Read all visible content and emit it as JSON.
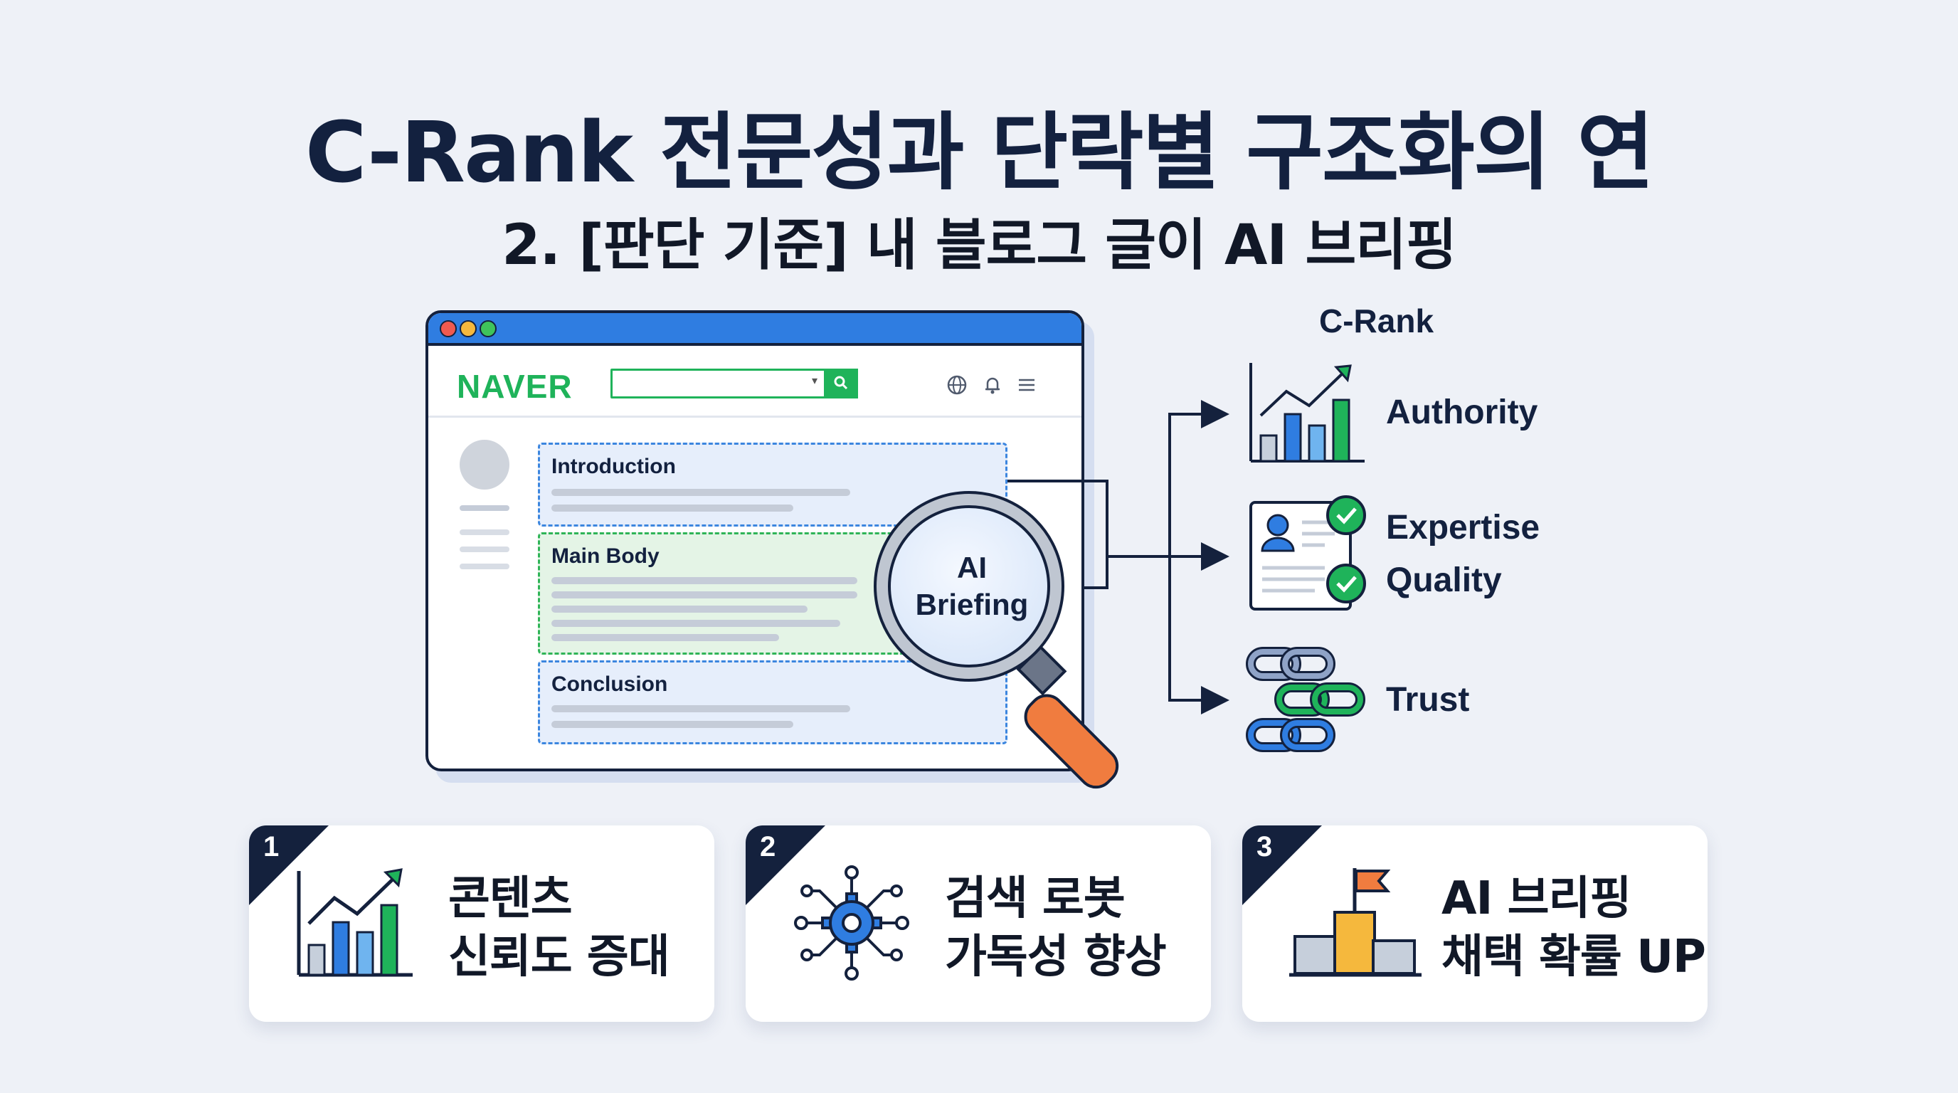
{
  "header": {
    "title": "C-Rank 전문성과 단락별 구조화의 연",
    "subtitle": "2. [판단 기준] 내 블로그 글이 AI 브리핑"
  },
  "browser": {
    "logo": "NAVER",
    "sections": [
      {
        "label": "Introduction"
      },
      {
        "label": "Main Body"
      },
      {
        "label": "Conclusion"
      }
    ]
  },
  "magnifier": {
    "line1": "AI",
    "line2": "Briefing"
  },
  "crank": {
    "heading": "C-Rank",
    "factors": [
      "Authority",
      "Expertise",
      "Quality",
      "Trust"
    ]
  },
  "cards": [
    {
      "number": "1",
      "line1": "콘텐츠",
      "line2": "신뢰도 증대",
      "icon": "growth-chart-icon"
    },
    {
      "number": "2",
      "line1": "검색 로봇",
      "line2": "가독성 향상",
      "icon": "gear-network-icon"
    },
    {
      "number": "3",
      "line1": "AI 브리핑",
      "line2": "채택 확률 UP",
      "icon": "podium-flag-icon"
    }
  ],
  "colors": {
    "navy": "#14213d",
    "blue": "#2f7de1",
    "green": "#1fb35a",
    "orange": "#f07c3f",
    "background": "#eef1f7"
  }
}
